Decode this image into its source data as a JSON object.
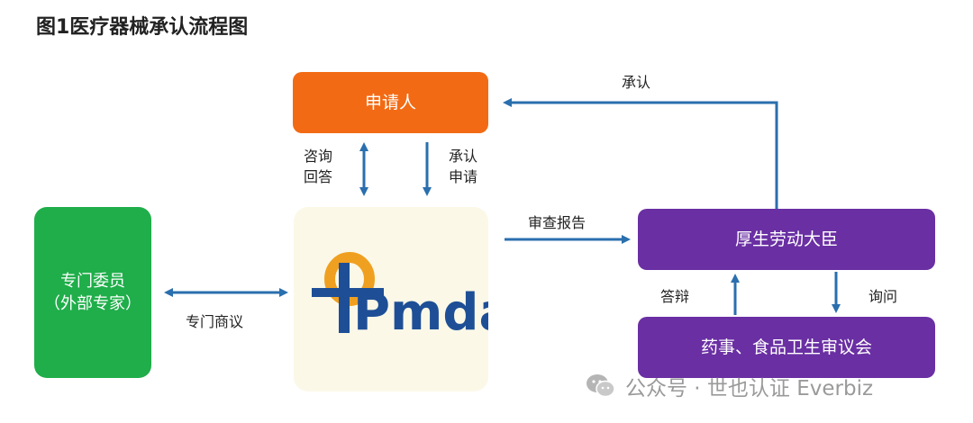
{
  "title": "图1医疗器械承认流程图",
  "nodes": {
    "applicant": "申请人",
    "expert_line1": "专门委员",
    "expert_line2": "（外部专家）",
    "pmda_logo_text": "Pmda",
    "mhlw": "厚生劳动大臣",
    "council": "药事、食品卫生审议会"
  },
  "labels": {
    "approval_top": "承认",
    "consult_line1": "咨询",
    "consult_line2": "回答",
    "apply_line1": "承认",
    "apply_line2": "申请",
    "review_report": "审查报告",
    "expert_discussion": "专门商议",
    "defense": "答辩",
    "inquiry": "询问"
  },
  "watermark": {
    "text": "公众号 · 世也认证 Everbiz"
  },
  "colors": {
    "orange": "#f26b14",
    "green": "#1fae4a",
    "purple": "#6a2fa3",
    "arrow": "#2a6fae",
    "pmda_blue": "#1e4f96",
    "pmda_orange": "#f0a020"
  }
}
